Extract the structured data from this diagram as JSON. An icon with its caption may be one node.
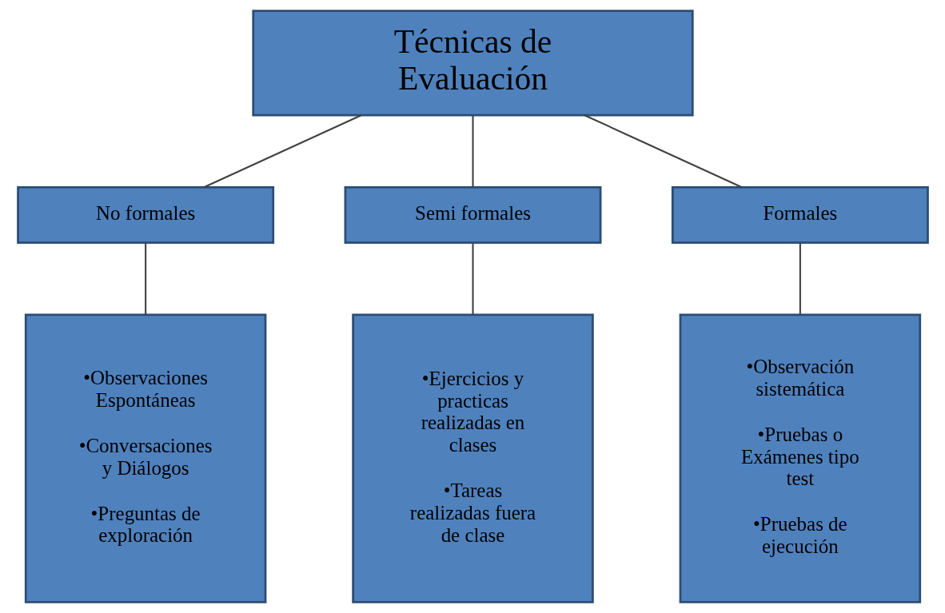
{
  "diagram": {
    "nodes": [
      {
        "text": [
          "Técnicas de Evaluación"
        ]
      },
      {
        "text": [
          "No formales"
        ]
      },
      {
        "text": [
          "Semi formales"
        ]
      },
      {
        "text": [
          "Formales"
        ]
      },
      {
        "text": [
          "•Observaciones Espontáneas",
          "•Conversaciones y Diálogos",
          "•Preguntas de exploración"
        ]
      },
      {
        "text": [
          "•Ejercicios y practicas realizadas en clases",
          "•Tareas realizadas fuera de clase"
        ]
      },
      {
        "text": [
          "•Observación sistemática",
          "•Pruebas o Exámenes tipo test",
          "•Pruebas de ejecución"
        ]
      }
    ],
    "edges": [
      {
        "from": 0,
        "to": 1,
        "arrow": "none"
      },
      {
        "from": 0,
        "to": 2,
        "arrow": "none"
      },
      {
        "from": 0,
        "to": 3,
        "arrow": "none"
      },
      {
        "from": 1,
        "to": 4,
        "arrow": "none"
      },
      {
        "from": 2,
        "to": 5,
        "arrow": "none"
      },
      {
        "from": 3,
        "to": 6,
        "arrow": "none"
      }
    ]
  }
}
